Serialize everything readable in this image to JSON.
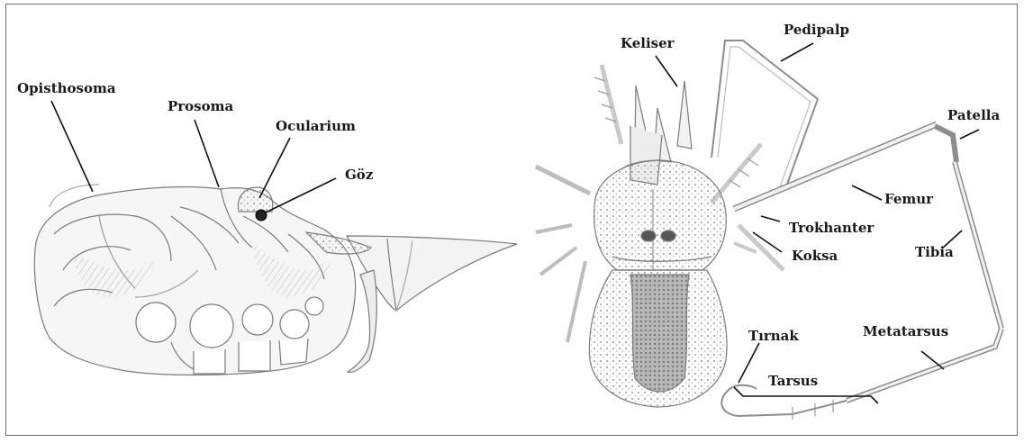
{
  "colors": {
    "border": "#6d6d6d",
    "ink": "#1a1a1a",
    "sketch": "#8a8a8a",
    "shade": "#cfcfcf"
  },
  "left_figure": {
    "labels": {
      "opisthosoma": "Opisthosoma",
      "prosoma": "Prosoma",
      "ocularium": "Ocularium",
      "goz": "Göz"
    }
  },
  "right_figure": {
    "labels": {
      "keliser": "Keliser",
      "pedipalp": "Pedipalp",
      "patella": "Patella",
      "femur": "Femur",
      "trokhanter": "Trokhanter",
      "koksa": "Koksa",
      "tibia": "Tibia",
      "tirnak": "Tırnak",
      "metatarsus": "Metatarsus",
      "tarsus": "Tarsus"
    }
  }
}
